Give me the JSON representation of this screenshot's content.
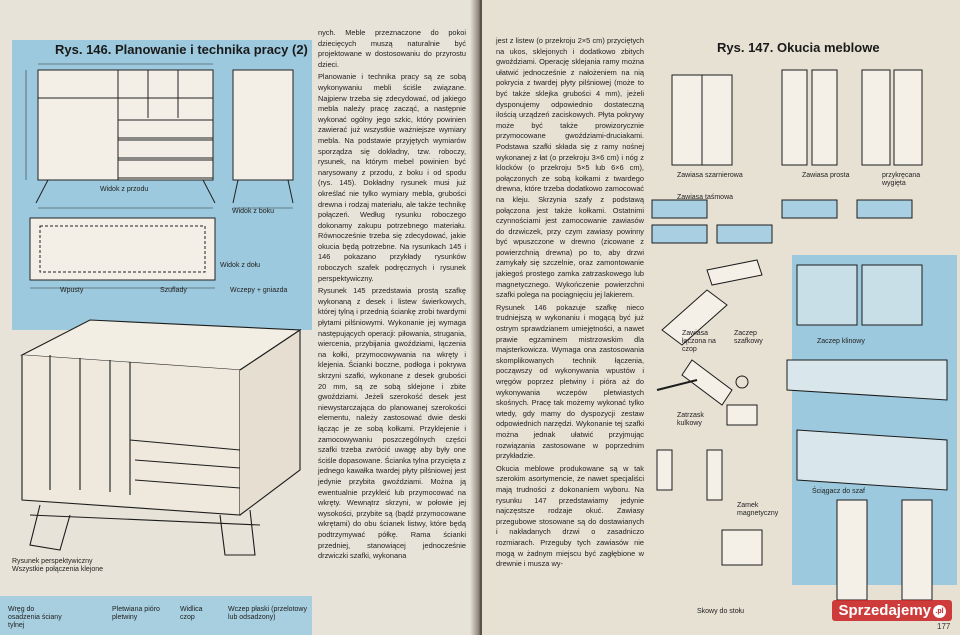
{
  "left_page": {
    "figure_title": "Rys. 146. Planowanie i technika pracy (2)",
    "labels": {
      "front_view": "Widok z przodu",
      "side_view": "Widok z boku",
      "top_view": "Widok z dołu",
      "slot": "Wpusty",
      "drawers": "Szuflady",
      "tenons": "Wczepy + gniazda",
      "perspective": "Rysunek perspektywiczny\nWszystkie połączenia klejone",
      "back_recess": "Wręg do osadzenia ściany tylnej",
      "tongue": "Pletwiana pióro pletwiny",
      "fork": "Widlica czop",
      "flat_tenon": "Wczep płaski (przelotowy lub odsadzony)"
    },
    "column_text": [
      "nych. Meble przeznaczone do pokoi dziecięcych muszą naturalnie być projektowane w dostosowaniu do przyrostu dzieci.",
      "Planowanie i technika pracy są ze sobą wykonywaniu mebli ściśle związane. Najpierw trzeba się zdecydować, od jakiego mebla należy pracę zacząć, a następnie wykonać ogólny jego szkic, który powinien zawierać już wszystkie ważniejsze wymiary mebla. Na podstawie przyjętych wymiarów sporządza się dokładny, tzw. roboczy, rysunek, na którym mebel powinien być narysowany z przodu, z boku i od spodu (rys. 145). Dokładny rysunek musi już określać nie tylko wymiary mebla, grubości drewna i rodzaj materiału, ale także technikę połączeń. Według rysunku roboczego dokonamy zakupu potrzebnego materiału. Równocześnie trzeba się zdecydować, jakie okucia będą potrzebne. Na rysunkach 145 i 146 pokazano przykłady rysunków roboczych szafek podręcznych i rysunek perspektywiczny.",
      "Rysunek 145 przedstawia prostą szafkę wykonaną z desek i listew świerkowych, której tylną i przednią ściankę zrobi twardymi płytami pilśniowymi. Wykonanie jej wymaga następujących operacji: piłowania, strugania, wiercenia, przybijania gwoździami, łączenia na kołki, przymocowywania na wkręty i klejenia. Ścianki boczne, podłoga i pokrywa skrzyni szafki, wykonane z desek grubości 20 mm, są ze sobą sklejone i zbite gwoździami. Jeżeli szerokość desek jest niewystarczająca do planowanej szerokości elementu, należy zastosować dwie deski łącząc je ze sobą kołkami. Przyklejenie i zamocowywaniu poszczególnych części szafki trzeba zwrócić uwagę aby były one ściśle dopasowane. Ścianka tylna przycięta z jednego kawałka twardej płyty pilśniowej jest jedynie przybita gwoździami. Można ją ewentualnie przykleić lub przymocować na wkręty. Wewnątrz skrzyni, w połowie jej wysokości, przybite są (bądź przymocowane wkrętami) do obu ścianek listwy, które będą podtrzymywać półkę. Rama ścianki przedniej, stanowiącej jednocześnie drzwiczki szafki, wykonana"
    ],
    "page_number": ""
  },
  "right_page": {
    "figure_title": "Rys. 147. Okucia meblowe",
    "labels": {
      "hinge_flat": "Zawiasa szarnierowa",
      "hinge_strap": "Zawiasa taśmowa",
      "hinge_straight": "Zawiasa prosta",
      "hinge_bent": "przykręcana wygięta",
      "hinge_plate": "Zawiasa łączona na czop",
      "hook": "Zaczep szafkowy",
      "hook_wedge": "Zaczep klinowy",
      "latch": "Zatrzask kulkowy",
      "magnet": "Zamek magnetyczny",
      "table_corner": "Skowy do stołu",
      "ceiling": "Ściągacz do szaf"
    },
    "column_text": [
      "jest z listew (o przekroju 2×5 cm) przyciętych na ukos, sklejonych i dodatkowo zbitych gwoździami. Operację sklejania ramy można ułatwić jednocześnie z nałożeniem na nią pokrycia z twardej płyty pilśniowej (może to być także sklejka grubości 4 mm), jeżeli dysponujemy odpowiednio dostateczną ilością urządzeń zaciskowych. Płyta pokrywy może być także prowizorycznie przymocowane gwoździami-druciakami. Podstawa szafki składa się z ramy nośnej wykonanej z łat (o przekroju 3×6 cm) i nóg z klocków (o przekroju 5×5 lub 6×6 cm), połączonych ze sobą kołkami z twardego drewna, które trzeba dodatkowo zamocować na kleju. Skrzynia szafy z podstawą połączona jest także kołkami. Ostatnimi czynnościami jest zamocowanie zawiasów do drzwiczek, przy czym zawiasy powinny być wpuszczone w drewno (zicowane z powierzchnią drewna) po to, aby drzwi zamykały się szczelnie, oraz zamontowanie jakiegoś prostego zamka zatrzaskowego lub magnetycznego. Wykończenie powierzchni szafki polega na pociągnięciu jej lakierem.",
      "Rysunek 146 pokazuje szafkę nieco trudniejszą w wykonaniu i mogącą być już ostrym sprawdzianem umiejętności, a nawet prawie egzaminem mistrzowskim dla majsterkowicza. Wymaga ona zastosowania skomplikowanych technik łączenia, począwszy od wykonywania wpustów i wręgów poprzez pletwiny i pióra aż do wykonywania wczepów pletwiastych skośnych. Pracę tak możemy wykonać tylko wtedy, gdy mamy do dyspozycji zestaw odpowiednich narzędzi. Wykonanie tej szafki można jednak ułatwić przyjmując rozwiązania zastosowane w poprzednim przykładzie.",
      "Okucia meblowe produkowane są w tak szerokim asortymencie, że nawet specjaliści mają trudności z dokonaniem wyboru. Na rysunku 147 przedstawiamy jedynie najczęstsze rodzaje okuć. Zawiasy przegubowe stosowane są do dostawianych i nakładanych drzwi o zasadniczo rozmiarach. Przeguby tych zawiasów nie mogą w żadnym miejscu być zagłębione w drewnie i musza wy-"
    ],
    "page_number": "177"
  },
  "watermark": "Sprzedajemy",
  "watermark_suffix": ".pl"
}
